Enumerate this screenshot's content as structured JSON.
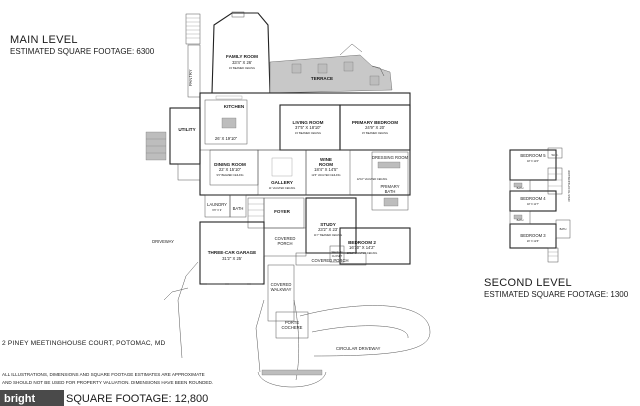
{
  "main_level": {
    "title": "MAIN LEVEL",
    "sqft": "ESTIMATED SQUARE FOOTAGE: 6300"
  },
  "second_level": {
    "title": "SECOND LEVEL",
    "sqft": "ESTIMATED SQUARE FOOTAGE: 1300"
  },
  "rooms": {
    "family": {
      "name": "FAMILY ROOM",
      "dims": "33'4\" X 26'",
      "note": "19' BEAMED CEILING"
    },
    "terrace": {
      "name": "TERRACE"
    },
    "kitchen": {
      "name": "KITCHEN",
      "dims": "26' X 19'10\""
    },
    "utility": {
      "name": "UTILITY"
    },
    "living": {
      "name": "LIVING ROOM",
      "dims": "37'5\" X 18'10\"",
      "note": "19' BEAMED CEILING"
    },
    "primary": {
      "name": "PRIMARY BEDROOM",
      "dims": "24'9\" X 20'",
      "note": "15' BEAMED CEILING"
    },
    "dining": {
      "name": "DINING ROOM",
      "dims": "22' X 15'10\"",
      "note": "9'3\" BEAMED CEILING"
    },
    "gallery": {
      "name": "GALLERY",
      "note": "11' VAULTED CEILING"
    },
    "wine": {
      "name": "WINE",
      "name2": "ROOM",
      "dims": "18'4\" X 14'5\"",
      "note": "12'6\" VAULTED CEILING"
    },
    "dressing": {
      "name": "DRESSING ROOM"
    },
    "primary_bath": {
      "name": "PRIMARY",
      "name2": "BATH",
      "note": "12'10\" VAULTED CEILING"
    },
    "laundry": {
      "name": "LAUNDRY",
      "dims": "9'6\" X 9'"
    },
    "bath": {
      "name": "BATH"
    },
    "foyer": {
      "name": "FOYER"
    },
    "study": {
      "name": "STUDY",
      "dims": "23'2\" X 23'",
      "note": "11'7\" BEAMED CEILING"
    },
    "garage": {
      "name": "THREE-CAR GARAGE",
      "dims": "31'2\" X 25'"
    },
    "covered_porch_left": {
      "name": "COVERED",
      "name2": "PORCH"
    },
    "covered_porch": {
      "name": "COVERED PORCH"
    },
    "bedroom2": {
      "name": "BEDROOM 2",
      "dims": "16'10\" X 14'2\"",
      "note": "10'10\" VAULTED CEILING"
    },
    "walkin_closet": {
      "name": "WALK-IN",
      "name2": "CLOSET"
    },
    "covered_walkway": {
      "name": "COVERED",
      "name2": "WALKWAY"
    },
    "porte_cochere": {
      "name": "PORTE",
      "name2": "COCHERE"
    },
    "bedroom5": {
      "name": "BEDROOM 5",
      "dims": "18' X 11'6\""
    },
    "bedroom4": {
      "name": "BEDROOM 4",
      "dims": "18' X 11'7\""
    },
    "bedroom3": {
      "name": "BEDROOM 3",
      "dims": "20' X 12'6\""
    }
  },
  "labels": {
    "pantry": "PANTRY",
    "driveway": "DRIVEWAY",
    "circular_driveway": "CIRCULAR DRIVEWAY",
    "open_to_foyer": "OPEN TO FOYER BELOW",
    "bath_a": "BATH",
    "bath_b": "BATH",
    "bath_c": "BATH",
    "wic": "W.I.C."
  },
  "address": "2 PINEY MEETINGHOUSE COURT, POTOMAC, MD",
  "disclaimer": {
    "line1": "ALL ILLUSTRATIONS, DIMENSIONS AND SQUARE FOOTAGE ESTIMATES ARE APPROXIMATE",
    "line2": "AND SHOULD NOT BE USED FOR PROPERTY VALUATION. DIMENSIONS HAVE BEEN ROUNDED."
  },
  "total_sqft": "SQUARE FOOTAGE: 12,800",
  "watermark": "bright"
}
